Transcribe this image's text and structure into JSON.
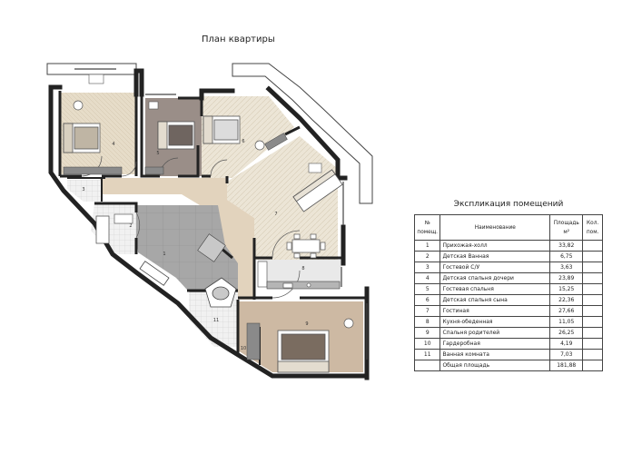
{
  "plan": {
    "title": "План квартиры",
    "room_numbers": [
      "1",
      "2",
      "3",
      "4",
      "5",
      "6",
      "7",
      "8",
      "9",
      "10",
      "11"
    ]
  },
  "explication": {
    "title": "Экспликация помещений",
    "headers": {
      "number": "№ помещ.",
      "name": "Наименование",
      "area": "Площадь м²",
      "qty": "Кол. пом."
    },
    "rows": [
      {
        "num": "1",
        "name": "Прихожая-холл",
        "area": "33,82"
      },
      {
        "num": "2",
        "name": "Детская Ванная",
        "area": "6,75"
      },
      {
        "num": "3",
        "name": "Гостевой С/У",
        "area": "3,63"
      },
      {
        "num": "4",
        "name": "Детская спальня дочери",
        "area": "23,89"
      },
      {
        "num": "5",
        "name": "Гостевая спальня",
        "area": "15,25"
      },
      {
        "num": "6",
        "name": "Детская спальня сына",
        "area": "22,36"
      },
      {
        "num": "7",
        "name": "Гостиная",
        "area": "27,66"
      },
      {
        "num": "8",
        "name": "Кухня-обеденная",
        "area": "11,05"
      },
      {
        "num": "9",
        "name": "Спальня родителей",
        "area": "26,25"
      },
      {
        "num": "10",
        "name": "Гардеробная",
        "area": "4,19"
      },
      {
        "num": "11",
        "name": "Ванная комната",
        "area": "7,03"
      }
    ],
    "total_label": "Общая площадь",
    "total_area": "181,88"
  },
  "colors": {
    "wall": "#222222",
    "parquet_light": "#ece5d6",
    "parquet_bedroom": "#e6dcc8",
    "hall_beige": "#e2d3bd",
    "tile_grey": "#a7a7a7",
    "guest_brown": "#9a8e88",
    "parents_brown": "#cdb9a3",
    "counter_grey": "#b5b5b5"
  }
}
